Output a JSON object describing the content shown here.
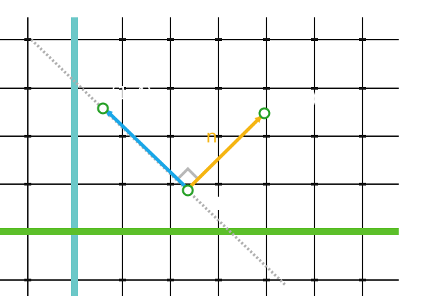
{
  "labels": {
    "p1": "(1,4)",
    "p2": "(-1,3)",
    "origin": "P₀",
    "normal": "n"
  },
  "colors": {
    "grid": "#111111",
    "teal_line": "#6cc8c8",
    "green_line": "#5cbf2a",
    "blue_vector": "#1aa7e8",
    "orange_vector": "#f5b512",
    "dotted_line": "#b0b0b0",
    "point_ring": "#2aa22a",
    "right_angle": "#b8b8b8",
    "text_white": "#ffffff"
  }
}
